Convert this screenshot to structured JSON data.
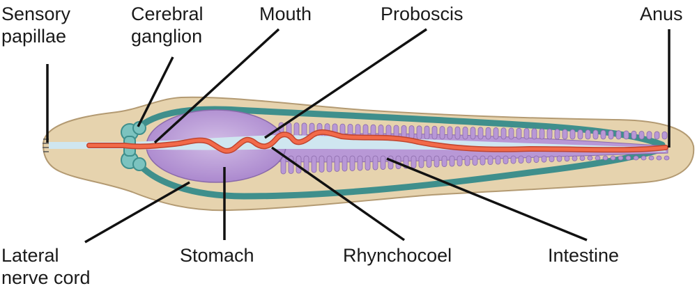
{
  "labels": {
    "sensory_papillae": {
      "line1": "Sensory",
      "line2": "papillae"
    },
    "cerebral_ganglion": {
      "line1": "Cerebral",
      "line2": "ganglion"
    },
    "mouth": "Mouth",
    "proboscis": "Proboscis",
    "anus": "Anus",
    "lateral_nerve_cord": {
      "line1": "Lateral",
      "line2": "nerve cord"
    },
    "stomach": "Stomach",
    "rhynchocoel": "Rhynchocoel",
    "intestine": "Intestine"
  },
  "colors": {
    "body": "#e6d3ae",
    "body_outline": "#b39a72",
    "nerve": "#3f8f8c",
    "nerve_light": "#7cc3bf",
    "gut": "#b898d6",
    "gut_outline": "#8a6aaa",
    "rhynchocoel": "#cfe6f0",
    "proboscis": "#f26a4a",
    "proboscis_outline": "#c0442e",
    "leader": "#111111"
  }
}
